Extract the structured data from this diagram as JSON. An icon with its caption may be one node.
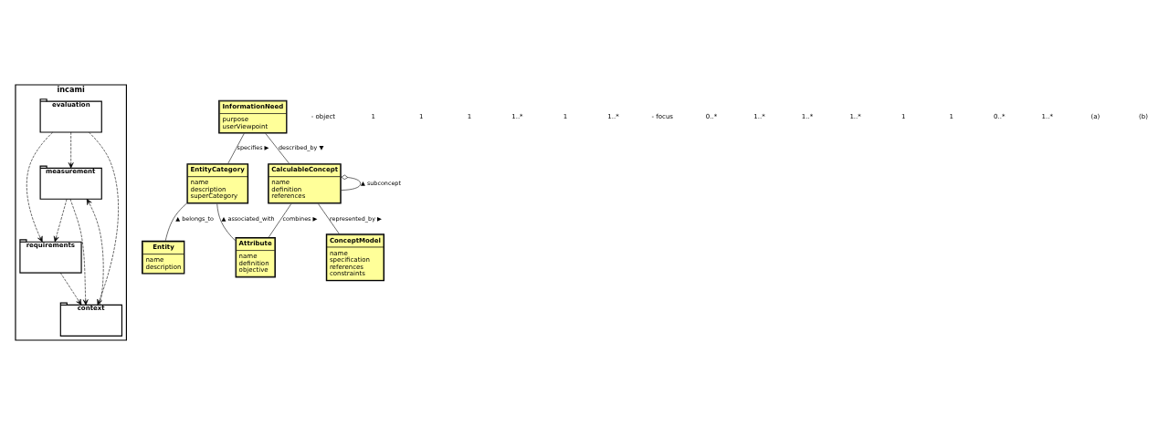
{
  "diagram": {
    "nodes": [
      {
        "text": [
          "incami"
        ]
      },
      {
        "text": [
          "requirements"
        ],
        "in": 0
      },
      {
        "text": [
          "measurement"
        ],
        "in": 0
      },
      {
        "text": [
          "context"
        ],
        "in": 0
      },
      {
        "text": [
          "evaluation"
        ],
        "in": 0
      },
      {
        "text": [
          "InformationNeed",
          "purpose",
          "userViewpoint"
        ]
      },
      {
        "text": [
          "EntityCategory",
          "name",
          "description",
          "superCategory"
        ]
      },
      {
        "text": [
          "CalculableConcept",
          "name",
          "definition",
          "references"
        ]
      },
      {
        "text": [
          "Attribute",
          "name",
          "definition",
          "objective"
        ]
      },
      {
        "text": [
          "ConceptModel",
          "name",
          "specification",
          "references",
          "constraints"
        ]
      },
      {
        "text": [
          "Entity",
          "name",
          "description"
        ]
      }
    ],
    "edges": [
      {
        "from": 1,
        "to": 3,
        "arrow": "to",
        "style": "dashed"
      },
      {
        "from": 2,
        "to": 1,
        "arrow": "to",
        "style": "dashed"
      },
      {
        "from": 2,
        "to": 3,
        "arrow": "to",
        "style": "dashed"
      },
      {
        "from": 3,
        "to": 2,
        "arrow": "to",
        "style": "dashed"
      },
      {
        "from": 4,
        "to": 2,
        "arrow": "to",
        "style": "dashed"
      },
      {
        "from": 4,
        "to": 1,
        "arrow": "to",
        "style": "dashed"
      },
      {
        "from": 4,
        "to": 3,
        "arrow": "to",
        "style": "dashed"
      },
      {
        "from": 5,
        "to": 6,
        "arrow": "none",
        "label": "specifies ▶"
      },
      {
        "from": 5,
        "to": 7,
        "arrow": "none",
        "label": "described_by ▼"
      },
      {
        "from": 7,
        "to": 7,
        "arrow": "other",
        "label": "▲ subconcept"
      },
      {
        "from": 6,
        "to": 8,
        "arrow": "none",
        "label": "▲ associated_with"
      },
      {
        "from": 6,
        "to": 10,
        "arrow": "none",
        "label": "▲ belongs_to"
      },
      {
        "from": 7,
        "to": 8,
        "arrow": "none",
        "label": "combines ▶"
      },
      {
        "from": 7,
        "to": 9,
        "arrow": "none",
        "label": "represented_by ▶"
      }
    ],
    "labels": [
      "- object",
      "1",
      "1",
      "1",
      "1..*",
      "1",
      "1..*",
      "- focus",
      "0..*",
      "1..*",
      "1..*",
      "1..*",
      "1",
      "1",
      "0..*",
      "1..*",
      "(a)",
      "(b)"
    ]
  }
}
